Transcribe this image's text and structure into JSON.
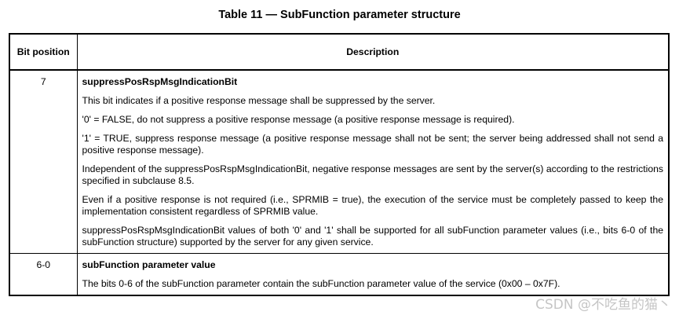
{
  "title": "Table 11 — SubFunction parameter structure",
  "headers": {
    "bit_position": "Bit position",
    "description": "Description"
  },
  "rows": [
    {
      "bit": "7",
      "name": "suppressPosRspMsgIndicationBit",
      "paragraphs": [
        "This bit indicates if a positive response message shall be suppressed by the server.",
        "'0' = FALSE, do not suppress a positive response message (a positive response message is required).",
        "'1' = TRUE, suppress response message (a positive response message shall not be sent; the server being addressed shall not send a positive response message).",
        "Independent of the suppressPosRspMsgIndicationBit, negative response messages are sent by the server(s) according to the restrictions specified in subclause 8.5.",
        "Even if a positive response is not required (i.e., SPRMIB = true), the execution of the service must be completely passed to keep the implementation consistent regardless of SPRMIB value.",
        "suppressPosRspMsgIndicationBit values of both '0' and '1' shall be supported for all subFunction parameter values (i.e., bits 6-0 of the subFunction structure) supported by the server for any given service."
      ]
    },
    {
      "bit": "6-0",
      "name": "subFunction parameter value",
      "paragraphs": [
        "The bits 0-6 of the subFunction parameter contain the subFunction parameter value of the service (0x00 – 0x7F)."
      ]
    }
  ],
  "watermark": "CSDN @不吃鱼的猫丶"
}
